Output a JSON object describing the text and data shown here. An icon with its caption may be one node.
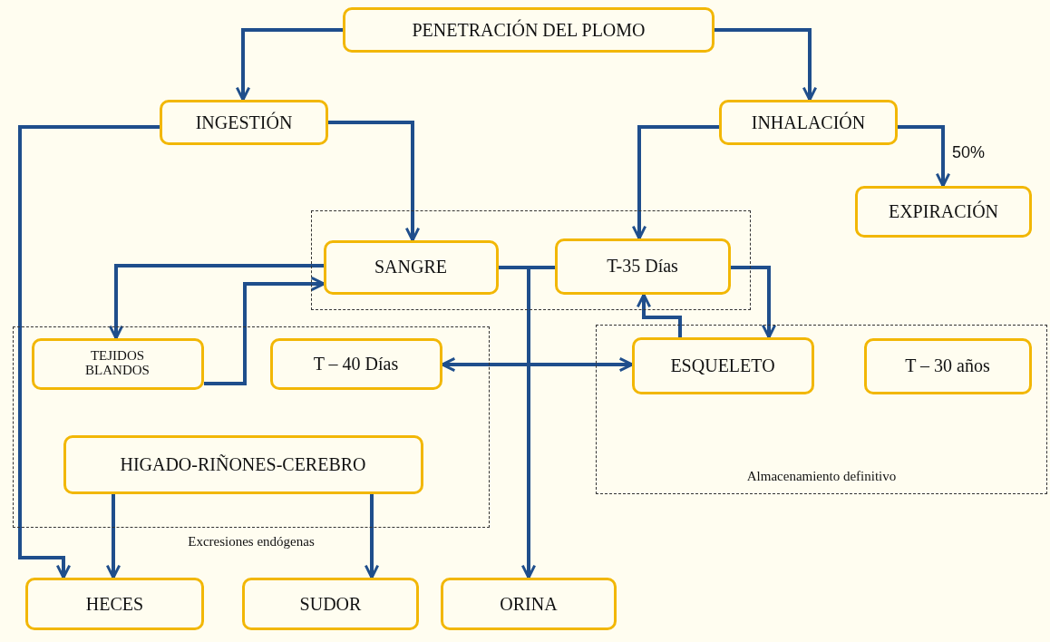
{
  "diagram": {
    "nodes": [
      {
        "text": [
          "PENETRACIÓN DEL PLOMO"
        ]
      },
      {
        "text": [
          "INGESTIÓN"
        ]
      },
      {
        "text": [
          "INHALACIÓN"
        ]
      },
      {
        "text": [
          "EXPIRACIÓN"
        ]
      },
      {
        "text": [],
        "shape": "box"
      },
      {
        "text": [
          "SANGRE"
        ],
        "in": 4
      },
      {
        "text": [
          "T-35 Días"
        ],
        "in": 4
      },
      {
        "text": [
          "Excresiones endógenas"
        ]
      },
      {
        "text": [
          "TEJIDOS BLANDOS"
        ],
        "in": 7
      },
      {
        "text": [
          "T – 40 Días"
        ],
        "in": 7
      },
      {
        "text": [
          "HIGADO-RIÑONES-CEREBRO"
        ],
        "in": 7
      },
      {
        "text": [
          "Almacenamiento definitivo"
        ]
      },
      {
        "text": [
          "ESQUELETO"
        ],
        "in": 11
      },
      {
        "text": [
          "T – 30 años"
        ],
        "in": 11
      },
      {
        "text": [
          "HECES"
        ]
      },
      {
        "text": [
          "SUDOR"
        ]
      },
      {
        "text": [
          "ORINA"
        ]
      }
    ],
    "edges": [
      {
        "from": 0,
        "to": 1,
        "arrow": "to"
      },
      {
        "from": 0,
        "to": 2,
        "arrow": "to"
      },
      {
        "from": 1,
        "to": 5,
        "arrow": "to"
      },
      {
        "from": 1,
        "to": 14,
        "arrow": "to"
      },
      {
        "from": 2,
        "to": 6,
        "arrow": "to"
      },
      {
        "from": 2,
        "to": 3,
        "arrow": "to",
        "label": "50%"
      },
      {
        "from": 5,
        "to": 8,
        "arrow": "to"
      },
      {
        "from": 8,
        "to": 5,
        "arrow": "to"
      },
      {
        "from": 5,
        "to": 6,
        "arrow": "none"
      },
      {
        "from": 5,
        "to": 16,
        "arrow": "to"
      },
      {
        "from": 9,
        "to": 12,
        "arrow": "both"
      },
      {
        "from": 6,
        "to": 12,
        "arrow": "to"
      },
      {
        "from": 12,
        "to": 6,
        "arrow": "to"
      },
      {
        "from": 10,
        "to": 14,
        "arrow": "to"
      },
      {
        "from": 10,
        "to": 15,
        "arrow": "to"
      }
    ]
  }
}
